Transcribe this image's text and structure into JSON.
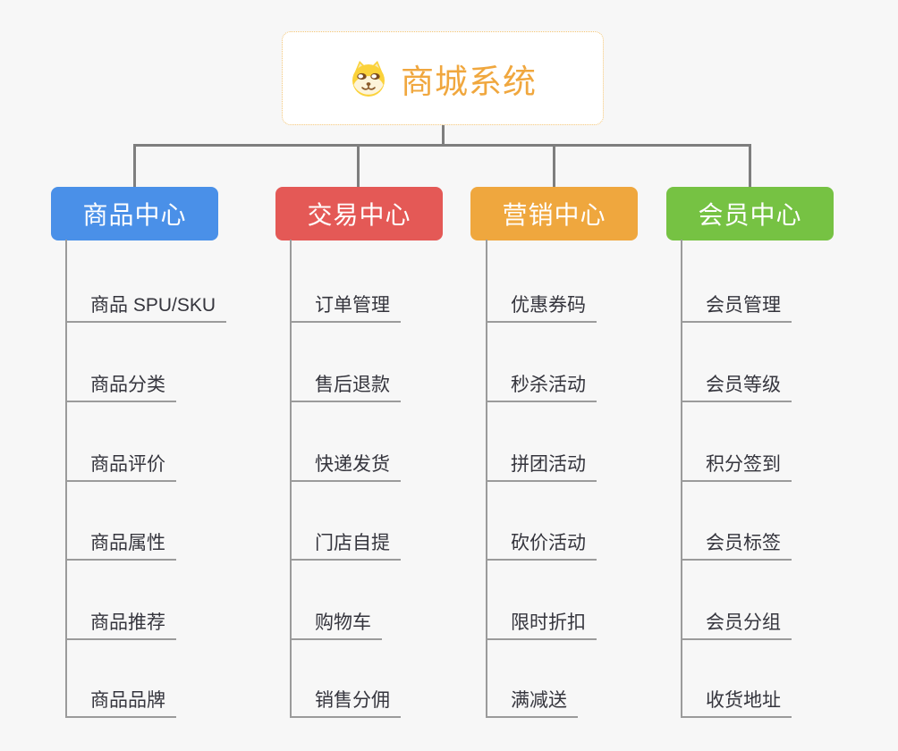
{
  "root": {
    "title": "商城系统",
    "icon": "dog-face-icon"
  },
  "branches": [
    {
      "label": "商品中心",
      "color": "#4a90e8",
      "items": [
        "商品 SPU/SKU",
        "商品分类",
        "商品评价",
        "商品属性",
        "商品推荐",
        "商品品牌"
      ]
    },
    {
      "label": "交易中心",
      "color": "#e45956",
      "items": [
        "订单管理",
        "售后退款",
        "快递发货",
        "门店自提",
        "购物车",
        "销售分佣"
      ]
    },
    {
      "label": "营销中心",
      "color": "#efa73e",
      "items": [
        "优惠券码",
        "秒杀活动",
        "拼团活动",
        "砍价活动",
        "限时折扣",
        "满减送"
      ]
    },
    {
      "label": "会员中心",
      "color": "#76c243",
      "items": [
        "会员管理",
        "会员等级",
        "积分签到",
        "会员标签",
        "会员分组",
        "收货地址"
      ]
    }
  ],
  "colors": {
    "background": "#f7f7f7",
    "root_accent": "#f0a73e",
    "root_border": "#f3c473",
    "connector": "#7e7e7e",
    "leaf_line": "#9b9b9b",
    "leaf_text": "#35353d"
  }
}
